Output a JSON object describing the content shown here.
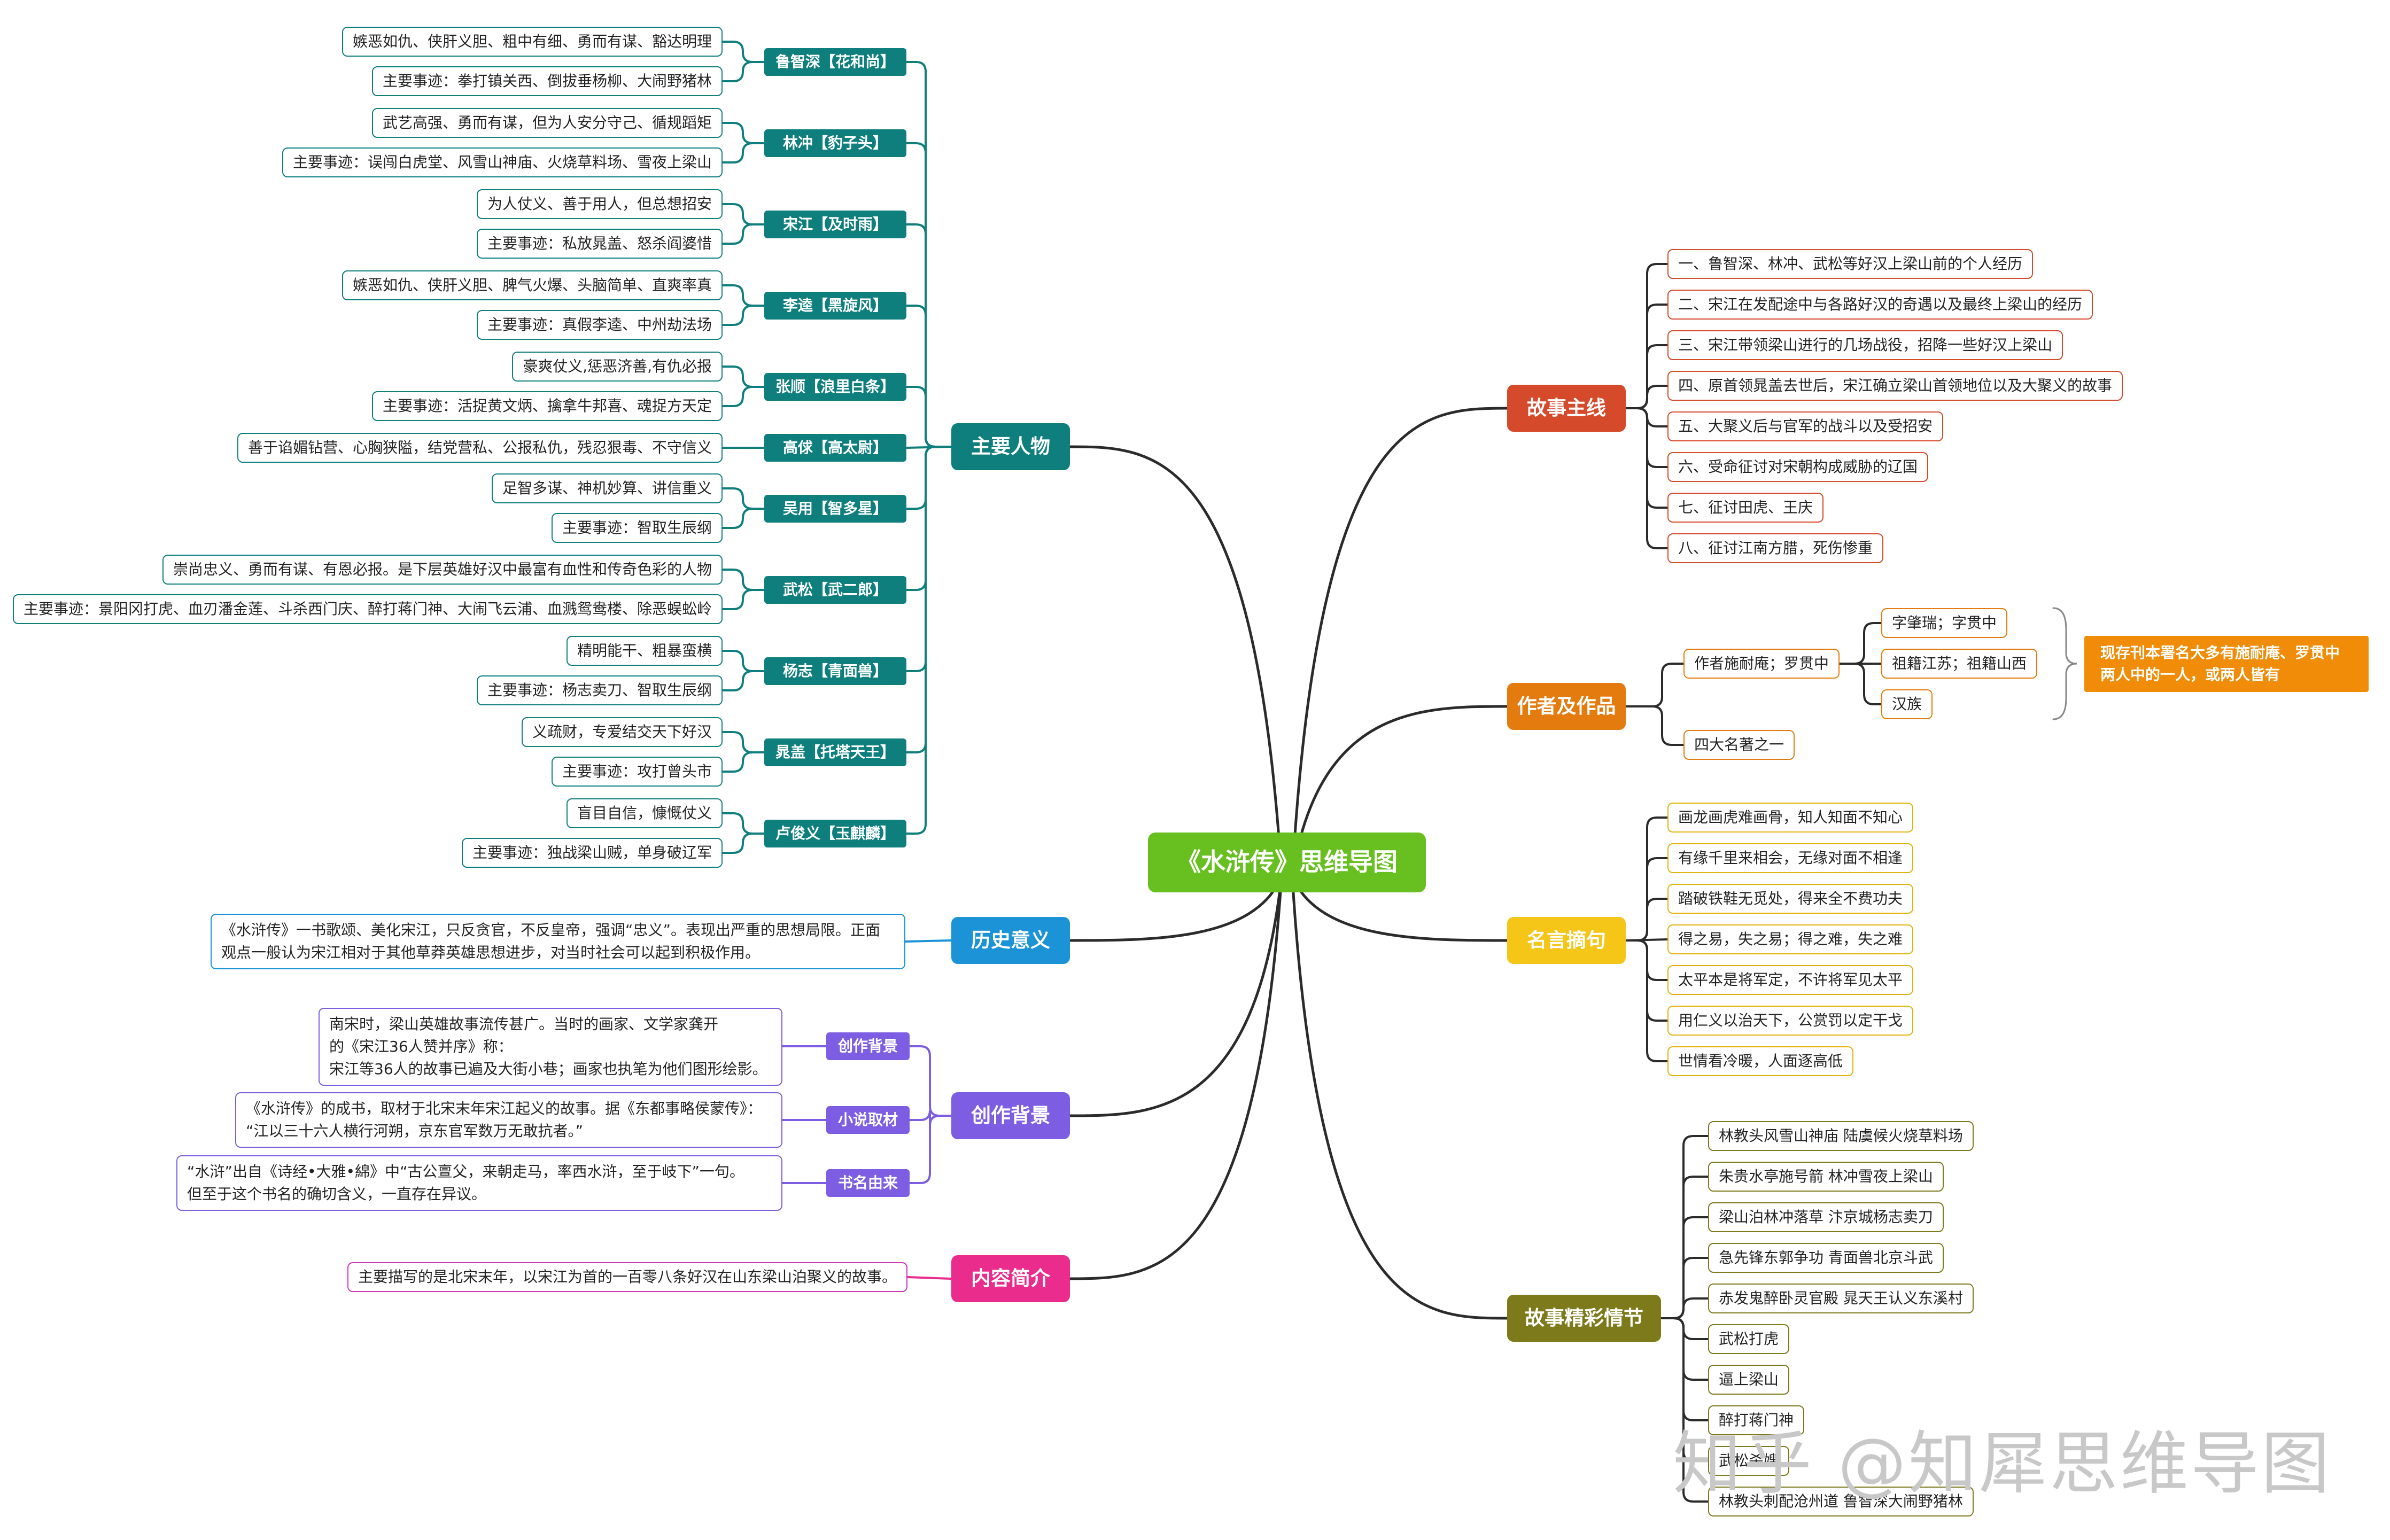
{
  "title": "《水浒传》思维导图",
  "watermark": "知乎 @知犀思维导图",
  "colors": {
    "center": "#67bf20",
    "characters": "#0f7f7e",
    "history": "#1b93d6",
    "background": "#7d5ee3",
    "summary": "#ea2d8c",
    "plot": "#d64a2c",
    "author": "#e47b0e",
    "quotes": "#f5c518",
    "episodes": "#7d7a1b"
  },
  "branches": {
    "characters": {
      "label": "主要人物",
      "items": [
        {
          "name": "鲁智深【花和尚】",
          "traits": "嫉恶如仇、侠肝义胆、粗中有细、勇而有谋、豁达明理",
          "deeds": "主要事迹：拳打镇关西、倒拔垂杨柳、大闹野猪林"
        },
        {
          "name": "林冲【豹子头】",
          "traits": "武艺高强、勇而有谋，但为人安分守己、循规蹈矩",
          "deeds": "主要事迹：误闯白虎堂、风雪山神庙、火烧草料场、雪夜上梁山"
        },
        {
          "name": "宋江【及时雨】",
          "traits": "为人仗义、善于用人，但总想招安",
          "deeds": "主要事迹：私放晁盖、怒杀阎婆惜"
        },
        {
          "name": "李逵【黑旋风】",
          "traits": "嫉恶如仇、侠肝义胆、脾气火爆、头脑简单、直爽率真",
          "deeds": "主要事迹：真假李逵、中州劫法场"
        },
        {
          "name": "张顺【浪里白条】",
          "traits": "豪爽仗义,惩恶济善,有仇必报",
          "deeds": "主要事迹：活捉黄文炳、擒拿牛邦喜、魂捉方天定"
        },
        {
          "name": "高俅【高太尉】",
          "traits": "善于谄媚钻营、心胸狭隘，结党营私、公报私仇，残忍狠毒、不守信义"
        },
        {
          "name": "吴用【智多星】",
          "traits": "足智多谋、神机妙算、讲信重义",
          "deeds": "主要事迹：智取生辰纲"
        },
        {
          "name": "武松【武二郎】",
          "traits": "崇尚忠义、勇而有谋、有恩必报。是下层英雄好汉中最富有血性和传奇色彩的人物",
          "deeds": "主要事迹：景阳冈打虎、血刃潘金莲、斗杀西门庆、醉打蒋门神、大闹飞云浦、血溅鸳鸯楼、除恶蜈蚣岭"
        },
        {
          "name": "杨志【青面兽】",
          "traits": "精明能干、粗暴蛮横",
          "deeds": "主要事迹：杨志卖刀、智取生辰纲"
        },
        {
          "name": "晁盖【托塔天王】",
          "traits": "义疏财，专爱结交天下好汉",
          "deeds": "主要事迹：攻打曾头市"
        },
        {
          "name": "卢俊义【玉麒麟】",
          "traits": "盲目自信，慷慨仗义",
          "deeds": "主要事迹：独战梁山贼，单身破辽军"
        }
      ]
    },
    "history": {
      "label": "历史意义",
      "text_lines": [
        "《水浒传》一书歌颂、美化宋江，只反贪官，不反皇帝，强调“忠义”。表现出严重的思想局限。正面",
        "观点一般认为宋江相对于其他草莽英雄思想进步，对当时社会可以起到积极作用。"
      ]
    },
    "background": {
      "label": "创作背景",
      "items": [
        {
          "label": "创作背景",
          "text_lines": [
            "南宋时，梁山英雄故事流传甚广。当时的画家、文学家龚开",
            "的《宋江36人赞并序》称：",
            "宋江等36人的故事已遍及大街小巷；画家也执笔为他们图形绘影。"
          ]
        },
        {
          "label": "小说取材",
          "text_lines": [
            "《水浒传》的成书，取材于北宋末年宋江起义的故事。据《东都事略侯蒙传》：",
            "“江以三十六人横行河朔，京东官军数万无敢抗者。”"
          ]
        },
        {
          "label": "书名由来",
          "text_lines": [
            "“水浒”出自《诗经•大雅•綿》中“古公亶父，来朝走马，率西水浒，至于岐下”一句。",
            "但至于这个书名的确切含义，一直存在异议。"
          ]
        }
      ]
    },
    "summary": {
      "label": "内容简介",
      "text": "主要描写的是北宋末年，以宋江为首的一百零八条好汉在山东梁山泊聚义的故事。"
    },
    "plot": {
      "label": "故事主线",
      "items": [
        "一、鲁智深、林冲、武松等好汉上梁山前的个人经历",
        "二、宋江在发配途中与各路好汉的奇遇以及最终上梁山的经历",
        "三、宋江带领梁山进行的几场战役，招降一些好汉上梁山",
        "四、原首领晁盖去世后，宋江确立梁山首领地位以及大聚义的故事",
        "五、大聚义后与官军的战斗以及受招安",
        "六、受命征讨对宋朝构成威胁的辽国",
        "七、征讨田虎、王庆",
        "八、征讨江南方腊，死伤惨重"
      ]
    },
    "author": {
      "label": "作者及作品",
      "author": "作者施耐庵；罗贯中",
      "details": [
        "字肇瑞；字贯中",
        "祖籍江苏；祖籍山西",
        "汉族"
      ],
      "note_lines": [
        "现存刊本署名大多有施耐庵、罗贯中",
        "两人中的一人，或两人皆有"
      ],
      "work": "四大名著之一"
    },
    "quotes": {
      "label": "名言摘句",
      "items": [
        "画龙画虎难画骨，知人知面不知心",
        "有缘千里来相会，无缘对面不相逢",
        "踏破铁鞋无觅处，得来全不费功夫",
        "得之易，失之易；得之难，失之难",
        "太平本是将军定，不许将军见太平",
        "用仁义以治天下，公赏罚以定干戈",
        "世情看冷暖，人面逐高低"
      ]
    },
    "episodes": {
      "label": "故事精彩情节",
      "items": [
        "林教头风雪山神庙 陆虞候火烧草料场",
        "朱贵水亭施号箭 林冲雪夜上梁山",
        "梁山泊林冲落草 汴京城杨志卖刀",
        "急先锋东郭争功 青面兽北京斗武",
        "赤发鬼醉卧灵官殿 晁天王认义东溪村",
        "武松打虎",
        "逼上梁山",
        "醉打蒋门神",
        "武松杀嫂",
        "林教头刺配沧州道 鲁智深大闹野猪林"
      ]
    }
  }
}
